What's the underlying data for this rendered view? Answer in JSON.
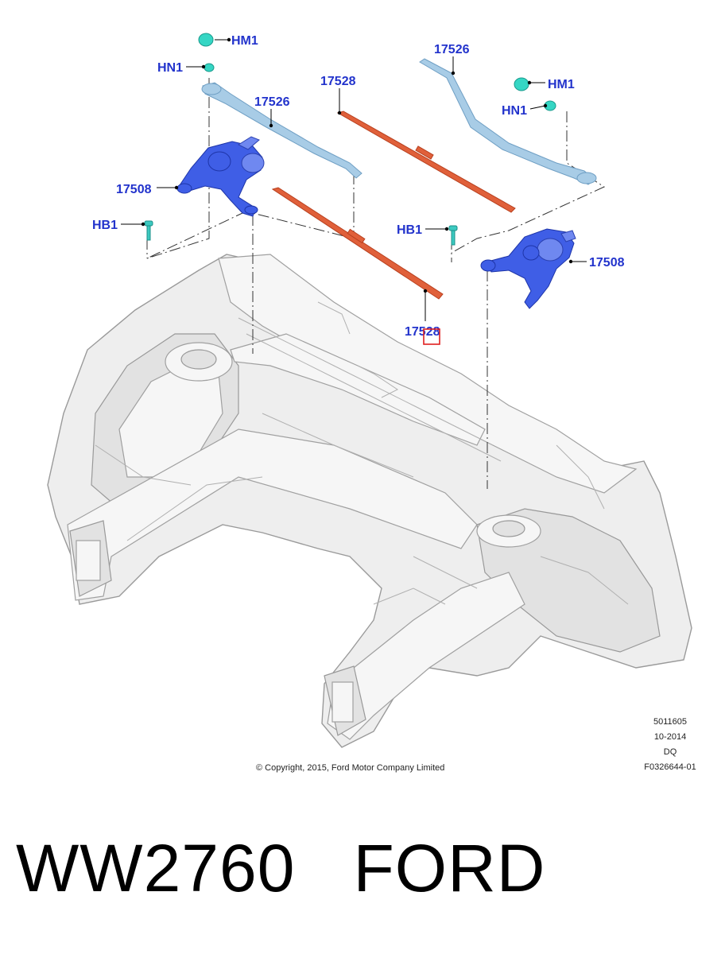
{
  "callouts": {
    "hm1_left": "HM1",
    "hn1_left": "HN1",
    "arm_left": "17526",
    "blade_top": "17528",
    "arm_right": "17526",
    "hm1_right": "HM1",
    "hn1_right": "HN1",
    "motor_left": "17508",
    "hb1_left": "HB1",
    "hb1_right": "HB1",
    "motor_right": "17508",
    "blade_bottom": "17528"
  },
  "footer": {
    "copyright": "© Copyright, 2015, Ford Motor Company Limited",
    "code1": "5011605",
    "date": "10-2014",
    "initials": "DQ",
    "figure_id": "F0326644-01"
  },
  "caption": {
    "part_number": "WW2760",
    "brand": "FORD"
  },
  "colors": {
    "callout_text": "#2233cc",
    "blade": "#e0603a",
    "arm": "#a8cce6",
    "motor": "#3f5ee6",
    "fastener": "#35d6c4",
    "highlight_box": "#e02020"
  }
}
